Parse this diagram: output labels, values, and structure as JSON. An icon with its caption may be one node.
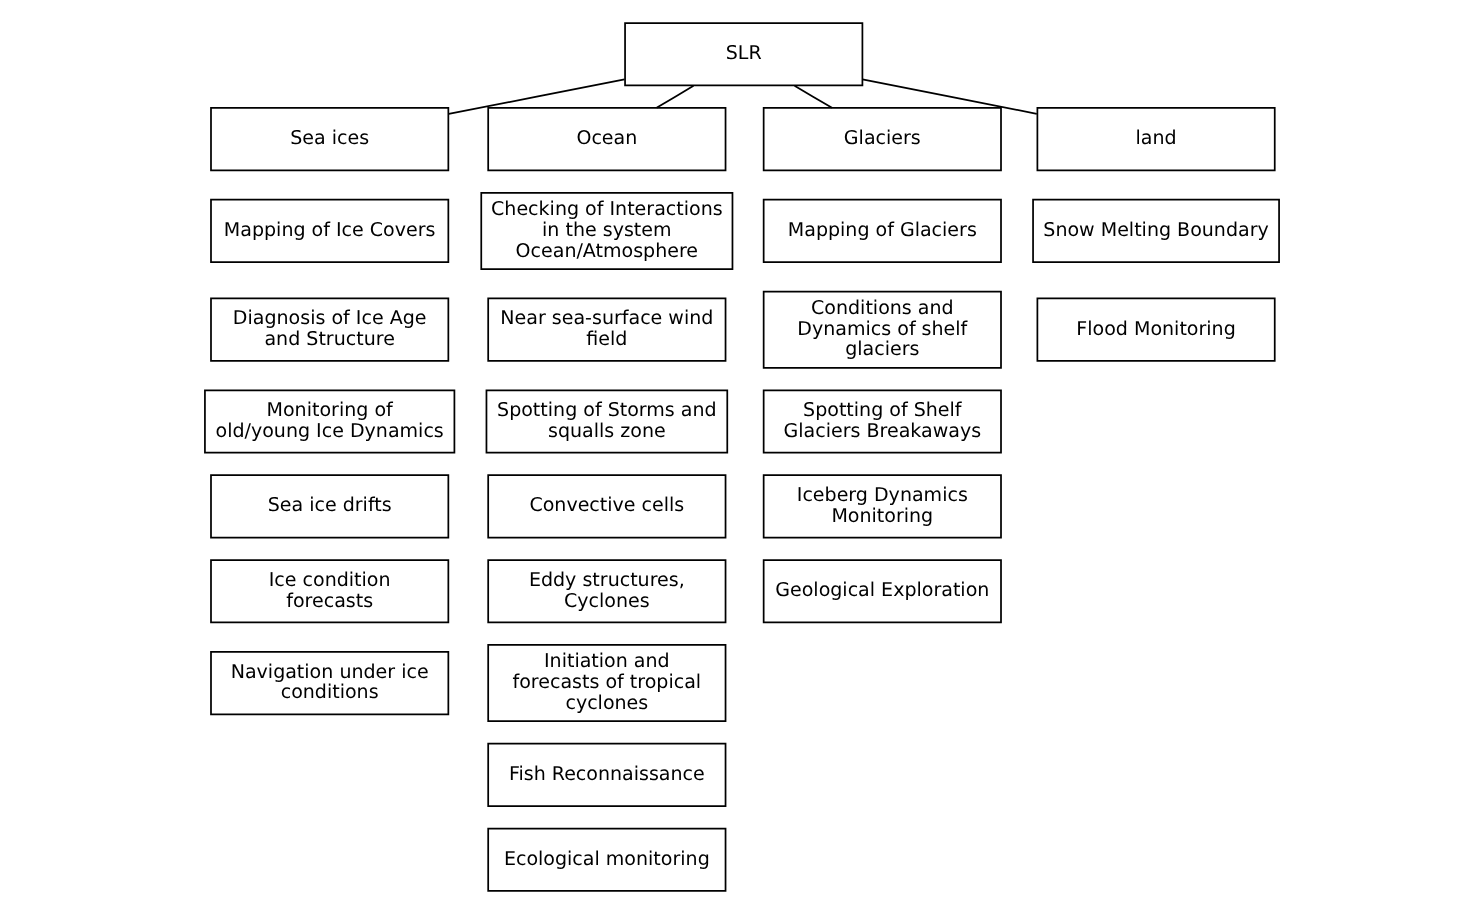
{
  "diagram": {
    "nodes": [
      {
        "text": [
          "SLR"
        ]
      },
      {
        "text": [
          "Sea ices"
        ]
      },
      {
        "text": [
          "Ocean"
        ]
      },
      {
        "text": [
          "Glaciers"
        ]
      },
      {
        "text": [
          "land"
        ]
      },
      {
        "text": [
          "Mapping of Ice Covers"
        ]
      },
      {
        "text": [
          "Diagnosis of Ice Age and Structure"
        ]
      },
      {
        "text": [
          "Monitoring of old/young Ice Dynamics"
        ]
      },
      {
        "text": [
          "Sea ice drifts"
        ]
      },
      {
        "text": [
          "Ice condition forecasts"
        ]
      },
      {
        "text": [
          "Navigation under ice conditions"
        ]
      },
      {
        "text": [
          "Checking of Interactions in the system Ocean/Atmosphere"
        ]
      },
      {
        "text": [
          "Near sea-surface wind field"
        ]
      },
      {
        "text": [
          "Spotting of Storms and squalls zone"
        ]
      },
      {
        "text": [
          "Convective cells"
        ]
      },
      {
        "text": [
          "Eddy structures, Cyclones"
        ]
      },
      {
        "text": [
          "Initiation and forecasts of tropical cyclones"
        ]
      },
      {
        "text": [
          "Fish Reconnaissance"
        ]
      },
      {
        "text": [
          "Ecological monitoring"
        ]
      },
      {
        "text": [
          "Mapping of Glaciers"
        ]
      },
      {
        "text": [
          "Conditions and Dynamics of shelf glaciers"
        ]
      },
      {
        "text": [
          "Spotting of Shelf Glaciers Breakaways"
        ]
      },
      {
        "text": [
          "Iceberg Dynamics Monitoring"
        ]
      },
      {
        "text": [
          "Geological Exploration"
        ]
      },
      {
        "text": [
          "Snow Melting Boundary"
        ]
      },
      {
        "text": [
          "Flood Monitoring"
        ]
      }
    ],
    "edges": [
      {
        "from": 0,
        "to": 1,
        "arrow": "none"
      },
      {
        "from": 0,
        "to": 2,
        "arrow": "none"
      },
      {
        "from": 0,
        "to": 3,
        "arrow": "none"
      },
      {
        "from": 0,
        "to": 4,
        "arrow": "none"
      }
    ]
  }
}
